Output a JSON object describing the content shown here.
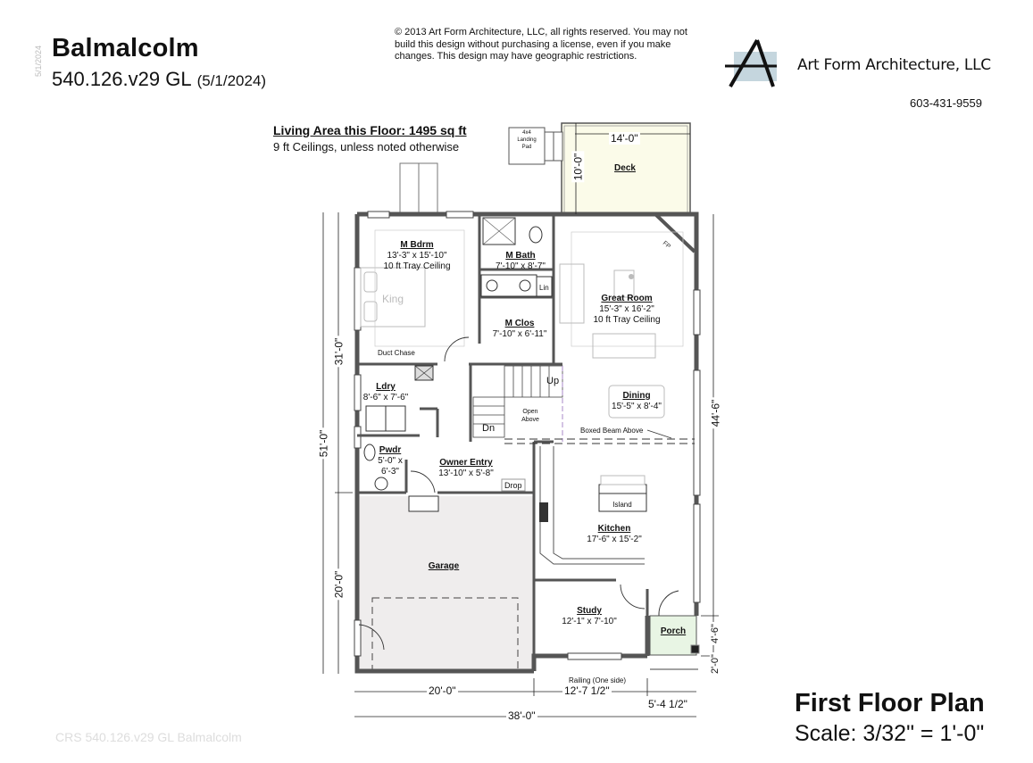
{
  "header": {
    "plan_name": "Balmalcolm",
    "plan_code": "540.126.v29 GL",
    "plan_date": "(5/1/2024)",
    "vertical_date": "5/1/2024",
    "copyright": "© 2013 Art Form Architecture, LLC, all rights reserved. You may not build this design without purchasing a license, even if you make changes. This design may have geographic restrictions.",
    "firm_name": "Art Form Architecture, LLC",
    "phone": "603-431-9559",
    "logo_icon": "a-frame-logo-icon"
  },
  "notes": {
    "living_area": "Living Area this Floor: 1495 sq ft",
    "ceilings": "9 ft Ceilings, unless noted otherwise"
  },
  "rooms": {
    "m_bdrm": {
      "name": "M Bdrm",
      "size": "13'-3\" x 15'-10\"",
      "note": "10 ft Tray Ceiling",
      "bed": "King"
    },
    "m_bath": {
      "name": "M Bath",
      "size": "7'-10\" x 8'-7\"",
      "lin": "Lin"
    },
    "m_clos": {
      "name": "M Clos",
      "size": "7'-10\" x 6'-11\""
    },
    "great_room": {
      "name": "Great Room",
      "size": "15'-3\" x 16'-2\"",
      "note": "10 ft Tray Ceiling",
      "fp": "FP"
    },
    "ldry": {
      "name": "Ldry",
      "size": "8'-6\" x 7'-6\""
    },
    "pwdr": {
      "name": "Pwdr",
      "size1": "5'-0\" x",
      "size2": "6'-3\""
    },
    "owner_entry": {
      "name": "Owner Entry",
      "size": "13'-10\" x 5'-8\"",
      "drop": "Drop"
    },
    "dining": {
      "name": "Dining",
      "size": "15'-5\" x 8'-4\""
    },
    "kitchen": {
      "name": "Kitchen",
      "size": "17'-6\" x 15'-2\"",
      "island": "Island"
    },
    "garage": {
      "name": "Garage"
    },
    "study": {
      "name": "Study",
      "size": "12'-1\" x 7'-10\""
    },
    "porch": {
      "name": "Porch"
    },
    "deck": {
      "name": "Deck"
    }
  },
  "labels": {
    "duct_chase": "Duct Chase",
    "landing_pad_1": "4x4",
    "landing_pad_2": "Landing",
    "landing_pad_3": "Pad",
    "stair_up": "Up",
    "stair_dn": "Dn",
    "open_above_1": "Open",
    "open_above_2": "Above",
    "boxed_beam": "Boxed Beam Above",
    "railing": "Railing (One side)"
  },
  "dimensions": {
    "deck_width": "14'-0\"",
    "deck_depth": "10'-0\"",
    "left_upper": "31'-0\"",
    "left_total": "51'-0\"",
    "left_lower": "20'-0\"",
    "right_main": "44'-6\"",
    "right_porch": "4'-6\"",
    "right_step": "2'-0\"",
    "bottom_garage": "20'-0\"",
    "bottom_mid": "12'-7 1/2\"",
    "bottom_porch": "5'-4 1/2\"",
    "bottom_total": "38'-0\""
  },
  "footer": {
    "plan_title": "First Floor Plan",
    "scale": "Scale: 3/32\" = 1'-0\"",
    "watermark": "CRS 540.126.v29 GL Balmalcolm"
  },
  "colors": {
    "wall": "#555555",
    "deck_fill": "#fbfbe9",
    "garage_fill": "#efeded",
    "porch_fill": "#e8f5e4",
    "logo_square": "#c5d6de"
  }
}
